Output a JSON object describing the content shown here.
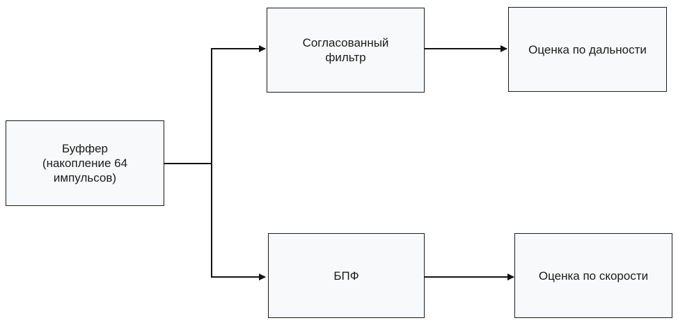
{
  "diagram": {
    "nodes": {
      "buffer": {
        "label": "Буффер\n(накопление 64\nимпульсов)"
      },
      "matched_filter": {
        "label": "Согласованный\nфильтр"
      },
      "range_estimate": {
        "label": "Оценка по дальности"
      },
      "fft": {
        "label": "БПФ"
      },
      "velocity_estimate": {
        "label": "Оценка по скорости"
      }
    },
    "edges": [
      {
        "from": "buffer",
        "to": "matched_filter"
      },
      {
        "from": "buffer",
        "to": "fft"
      },
      {
        "from": "matched_filter",
        "to": "range_estimate"
      },
      {
        "from": "fft",
        "to": "velocity_estimate"
      }
    ],
    "colors": {
      "box_fill": "#f8f9fa",
      "stroke": "#1a1a1a"
    }
  }
}
